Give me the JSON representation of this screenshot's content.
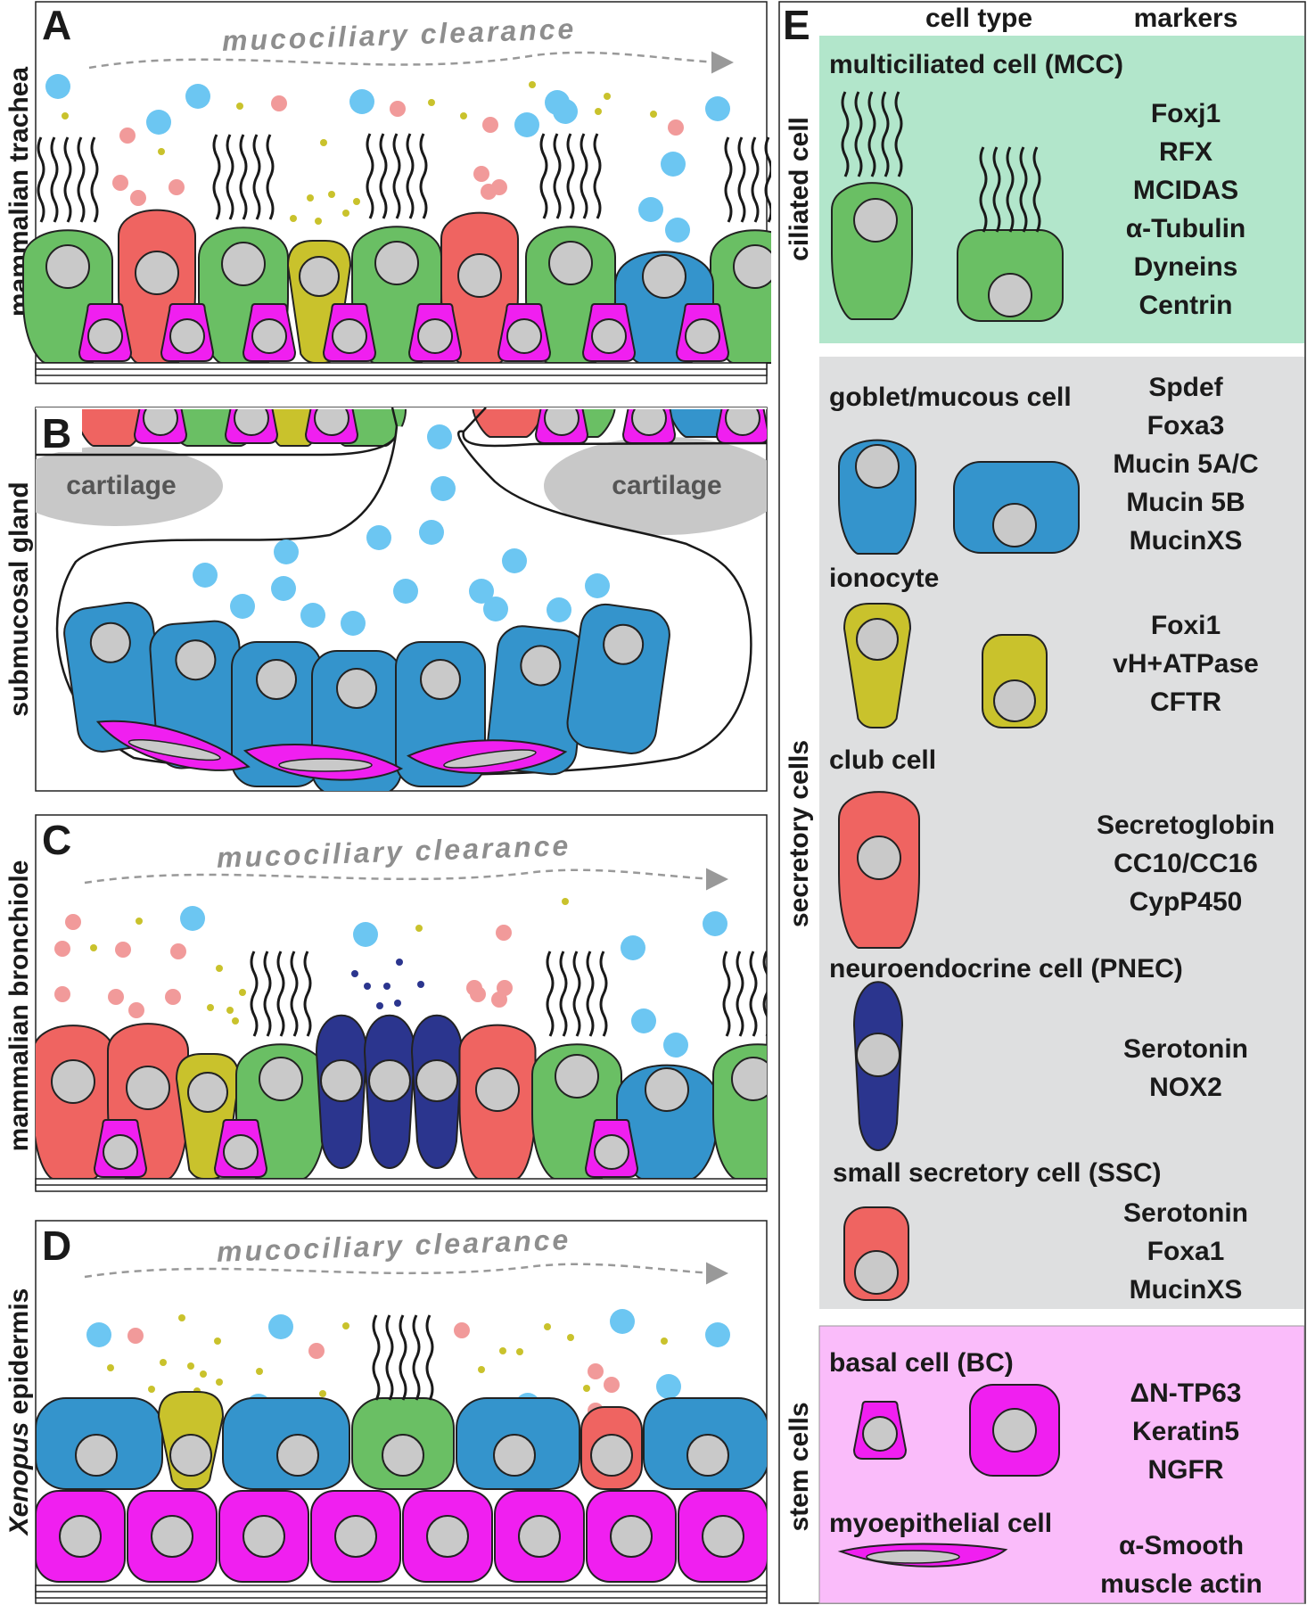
{
  "colors": {
    "multiciliated": "#6abf64",
    "goblet": "#3494cc",
    "ionocyte": "#c9c22c",
    "club": "#ef6461",
    "neuroendocrine": "#2b358e",
    "basal": "#f01ff0",
    "nucleus": "#c9c9c9",
    "ciliated_bg": "#b2e6cb",
    "secretory_bg": "#dedfe0",
    "stem_bg": "#fabcfa",
    "mucus_blue": "#6cc6f2",
    "mucus_red": "#f19a9a",
    "mucus_yellow": "#c9c22c",
    "mucus_navy": "#2b358e"
  },
  "panel_a": {
    "letter": "A",
    "side_label": "mammalian trachea",
    "flow_label": "mucociliary clearance"
  },
  "panel_b": {
    "letter": "B",
    "side_label": "submucosal gland",
    "cartilage_left": "cartilage",
    "cartilage_right": "cartilage"
  },
  "panel_c": {
    "letter": "C",
    "side_label": "mammalian bronchiole",
    "flow_label": "mucociliary clearance"
  },
  "panel_d": {
    "letter": "D",
    "side_label_italic": "Xenopus",
    "side_label_rest": " epidermis",
    "flow_label": "mucociliary clearance"
  },
  "panel_e": {
    "letter": "E",
    "header_cell_type": "cell type",
    "header_markers": "markers",
    "groups": {
      "ciliated": "ciliated cell",
      "secretory": "secretory cells",
      "stem": "stem cells"
    },
    "cells": {
      "mcc": {
        "name": "multiciliated cell (MCC)",
        "markers": [
          "Foxj1",
          "RFX",
          "MCIDAS",
          "α-Tubulin",
          "Dyneins",
          "Centrin"
        ]
      },
      "goblet": {
        "name": "goblet/mucous cell",
        "markers": [
          "Spdef",
          "Foxa3",
          "Mucin 5A/C",
          "Mucin 5B",
          "MucinXS"
        ]
      },
      "ionocyte": {
        "name": "ionocyte",
        "markers": [
          "Foxi1",
          "vH+ATPase",
          "CFTR"
        ]
      },
      "club": {
        "name": "club cell",
        "markers": [
          "Secretoglobin",
          "CC10/CC16",
          "CypP450"
        ]
      },
      "pnec": {
        "name": "neuroendocrine cell (PNEC)",
        "markers": [
          "Serotonin",
          "NOX2"
        ]
      },
      "ssc": {
        "name": "small secretory cell (SSC)",
        "markers": [
          "Serotonin",
          "Foxa1",
          "MucinXS"
        ]
      },
      "basal": {
        "name": "basal cell (BC)",
        "markers": [
          "ΔN-TP63",
          "Keratin5",
          "NGFR"
        ]
      },
      "myo": {
        "name": "myoepithelial cell",
        "markers": [
          "α-Smooth",
          "muscle actin"
        ]
      }
    }
  }
}
